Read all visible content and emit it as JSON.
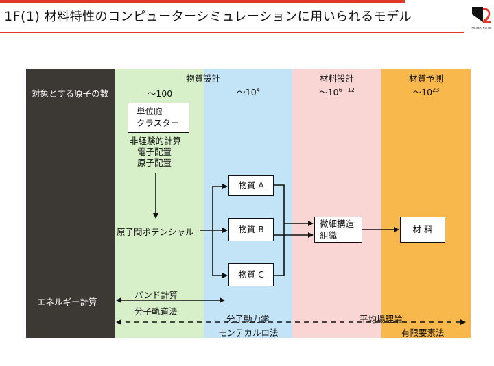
{
  "title": {
    "section": "1F(1)",
    "text": "材料特性のコンピューターシミュレーションに用いられるモデル"
  },
  "logo": {
    "caption": "PROPERTY CORE"
  },
  "colors": {
    "accent_red": "#e23a2a",
    "col_dark": "#3c3935",
    "col_green": "#d7f0c9",
    "col_blue": "#c3e4f7",
    "col_pink": "#f9d6d4",
    "col_orange": "#f8b84c"
  },
  "diagram": {
    "row_label_atoms": "対象とする原子の数",
    "row_label_energy": "エネルギー計算",
    "header_material_design": "物質設計",
    "header_materials_design": "材料設計",
    "header_materials_prediction": "材質予測",
    "count_100": "～100",
    "count_1e4": {
      "base": "～10",
      "exp": "4"
    },
    "count_1e6": {
      "base": "～10",
      "exp": "6－12"
    },
    "count_1e23": {
      "base": "～10",
      "exp": "23"
    },
    "unit_cell_box": {
      "line1": "単位胞",
      "line2": "クラスター"
    },
    "electron_list": [
      "非経験的計算",
      "電子配置",
      "原子配置"
    ],
    "interatomic_potential": "原子間ポテンシャル",
    "substance_a": "物質 A",
    "substance_b": "物質 B",
    "substance_c": "物質 C",
    "microstructure": {
      "line1": "微細構造",
      "line2": "組織"
    },
    "material": "材 料",
    "band_calc": "バンド計算",
    "molecular_orbital": "分子軌道法",
    "molecular_dynamics": "分子動力学",
    "monte_carlo": "モンテカルロ法",
    "mean_field": "平均場理論",
    "fem": "有限要素法"
  }
}
